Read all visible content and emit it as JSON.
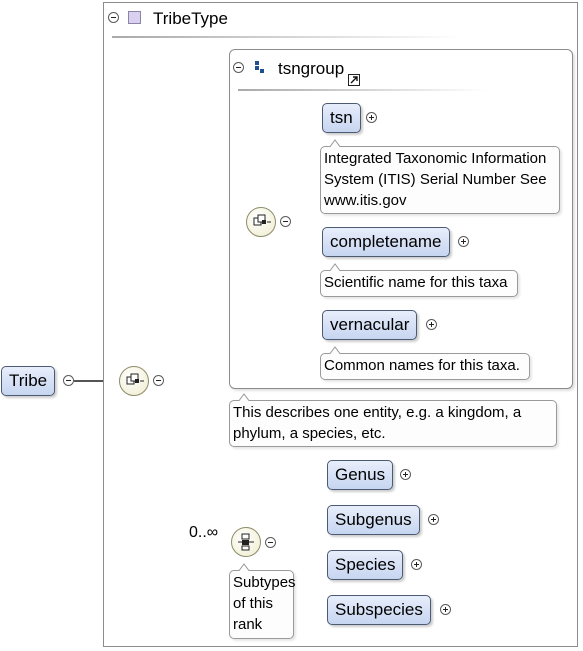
{
  "type": {
    "name": "TribeType"
  },
  "root": {
    "name": "Tribe"
  },
  "group": {
    "name": "tsngroup",
    "elements": [
      {
        "name": "tsn",
        "doc": "Integrated Taxonomic Information System (ITIS) Serial Number See www.itis.gov"
      },
      {
        "name": "completename",
        "doc": "Scientific name for this taxa"
      },
      {
        "name": "vernacular",
        "doc": "Common names for this taxa."
      }
    ]
  },
  "sequence_doc": "This describes one entity, e.g. a kingdom, a phylum, a species, etc.",
  "choice": {
    "occurs": "0..∞",
    "doc": "Subtypes of this rank",
    "elements": [
      {
        "name": "Genus"
      },
      {
        "name": "Subgenus"
      },
      {
        "name": "Species"
      },
      {
        "name": "Subspecies"
      }
    ]
  },
  "icons": {
    "type_icon": "complex-type-square-icon",
    "group_icon": "group-dots-icon",
    "link_icon": "shortcut-arrow-icon",
    "sequence_icon": "sequence-compositor-icon",
    "choice_icon": "choice-compositor-icon"
  },
  "colors": {
    "element_fill": "#c6d5f0",
    "element_border": "#4d5a73",
    "compositor_fill": "#efeccd",
    "connector": "#555555",
    "connector_light": "#a8a8a8"
  }
}
